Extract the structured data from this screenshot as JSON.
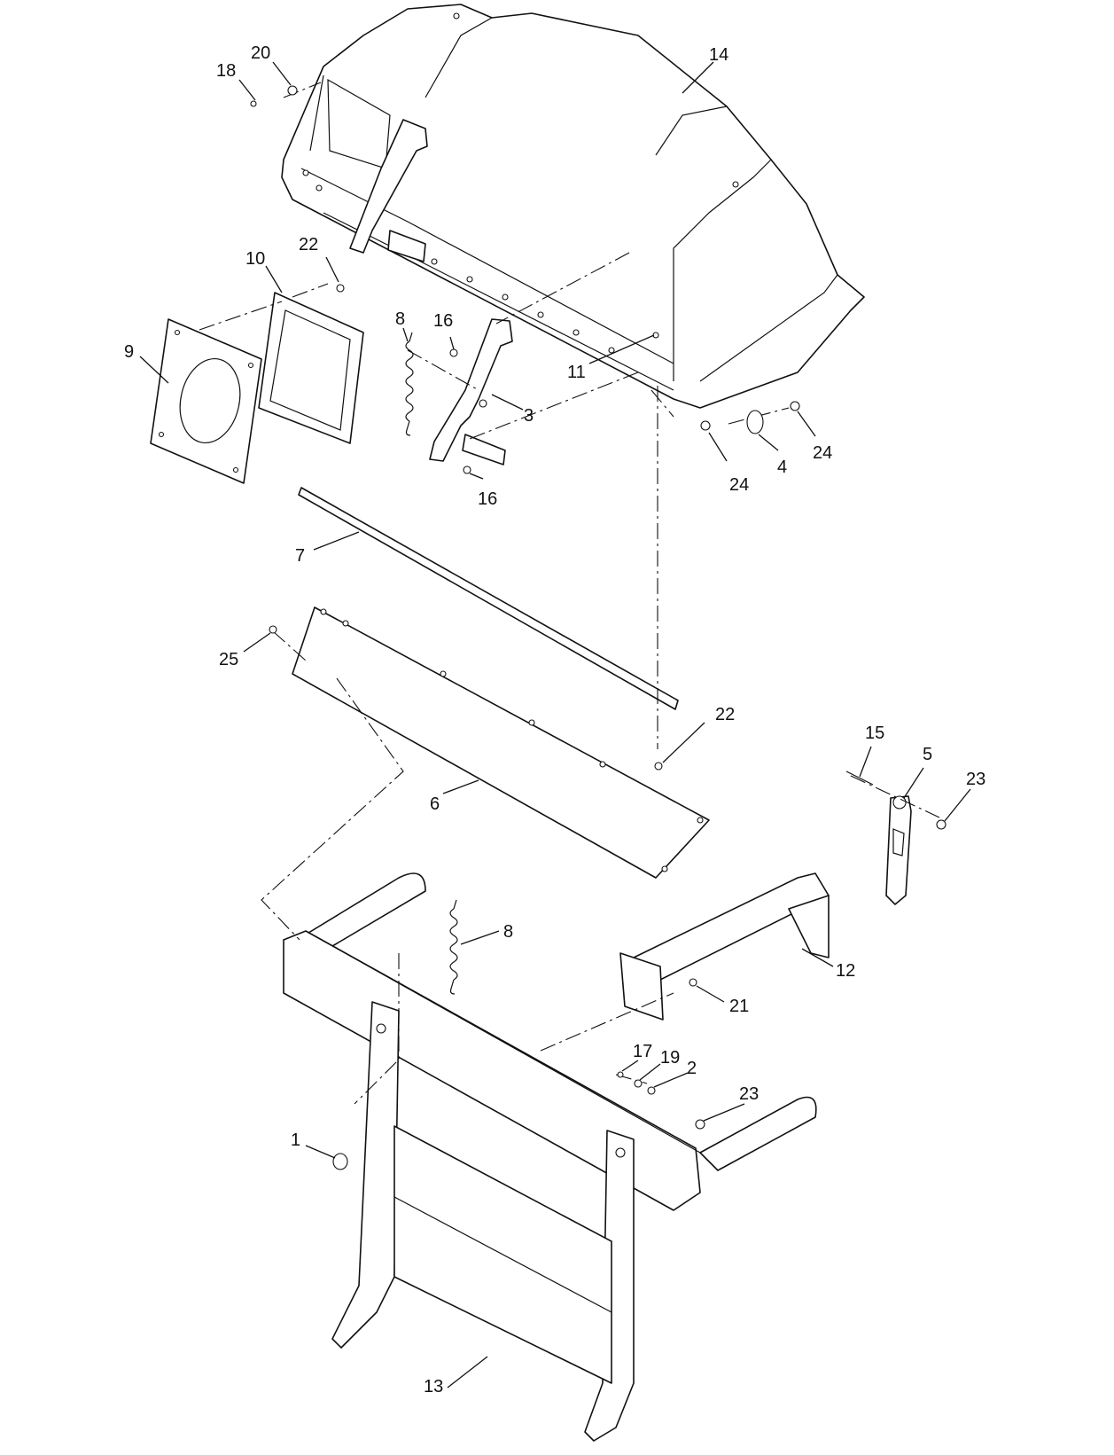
{
  "callouts": [
    {
      "id": "c18",
      "label": "18"
    },
    {
      "id": "c20",
      "label": "20"
    },
    {
      "id": "c14",
      "label": "14"
    },
    {
      "id": "c10",
      "label": "10"
    },
    {
      "id": "c22a",
      "label": "22"
    },
    {
      "id": "c8a",
      "label": "8"
    },
    {
      "id": "c16a",
      "label": "16"
    },
    {
      "id": "c9",
      "label": "9"
    },
    {
      "id": "c11",
      "label": "11"
    },
    {
      "id": "c3",
      "label": "3"
    },
    {
      "id": "c24a",
      "label": "24"
    },
    {
      "id": "c4",
      "label": "4"
    },
    {
      "id": "c24b",
      "label": "24"
    },
    {
      "id": "c16b",
      "label": "16"
    },
    {
      "id": "c7",
      "label": "7"
    },
    {
      "id": "c25",
      "label": "25"
    },
    {
      "id": "c22b",
      "label": "22"
    },
    {
      "id": "c15",
      "label": "15"
    },
    {
      "id": "c5",
      "label": "5"
    },
    {
      "id": "c23a",
      "label": "23"
    },
    {
      "id": "c6",
      "label": "6"
    },
    {
      "id": "c8b",
      "label": "8"
    },
    {
      "id": "c12",
      "label": "12"
    },
    {
      "id": "c21",
      "label": "21"
    },
    {
      "id": "c17",
      "label": "17"
    },
    {
      "id": "c19",
      "label": "19"
    },
    {
      "id": "c2",
      "label": "2"
    },
    {
      "id": "c23b",
      "label": "23"
    },
    {
      "id": "c1",
      "label": "1"
    },
    {
      "id": "c13",
      "label": "13"
    }
  ]
}
